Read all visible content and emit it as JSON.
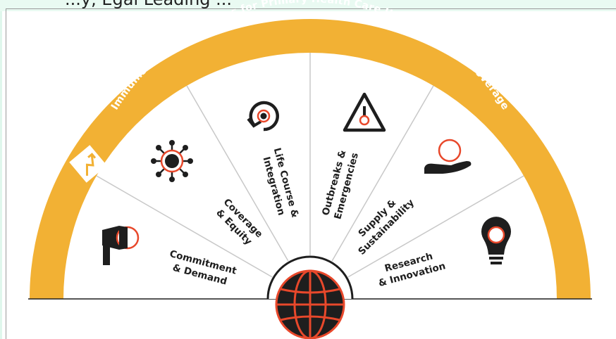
{
  "caption_fragment": "...y, Egal Leading ...",
  "arc_title": "Immunisation Programmes for Primary Health Care Universal Health Coverage",
  "segments": [
    {
      "line1": "Commitment",
      "line2": "& Demand",
      "icon": "megaphone-icon"
    },
    {
      "line1": "Coverage",
      "line2": "& Equity",
      "icon": "network-hub-icon"
    },
    {
      "line1": "Life Course &",
      "line2": "Integration",
      "icon": "circular-arrow-icon"
    },
    {
      "line1": "Outbreaks &",
      "line2": "Emergencies",
      "icon": "warning-triangle-icon"
    },
    {
      "line1": "Supply &",
      "line2": "Sustainability",
      "icon": "hand-holding-icon"
    },
    {
      "line1": "Research",
      "line2": "& Innovation",
      "icon": "lightbulb-icon"
    }
  ],
  "center_icon": "globe-icon",
  "arc_icon": "growth-chart-icon",
  "colors": {
    "arc": "#F2B134",
    "accent": "#E8482B",
    "dark": "#1E1E1E",
    "divider": "#C8C8C8"
  }
}
